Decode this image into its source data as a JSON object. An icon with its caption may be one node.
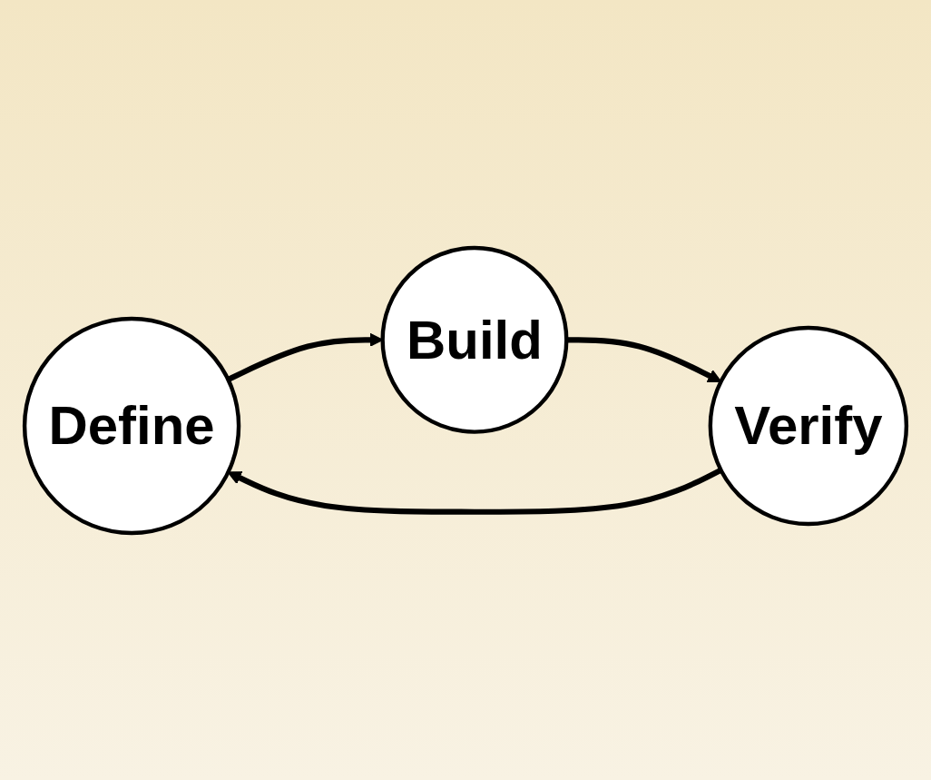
{
  "diagram": {
    "nodes": [
      {
        "text": [
          "Define"
        ]
      },
      {
        "text": [
          "Build"
        ]
      },
      {
        "text": [
          "Verify"
        ]
      }
    ],
    "edges": [
      {
        "from": 0,
        "to": 1,
        "arrow": "to"
      },
      {
        "from": 1,
        "to": 2,
        "arrow": "to"
      },
      {
        "from": 2,
        "to": 0,
        "arrow": "to"
      }
    ]
  }
}
